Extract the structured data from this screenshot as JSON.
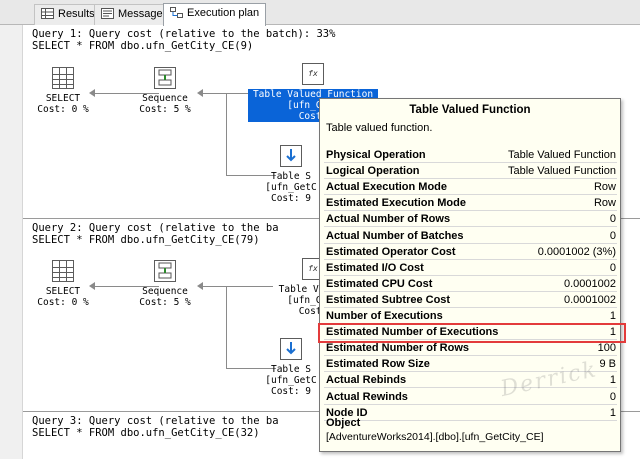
{
  "tabs": [
    {
      "label": "Results",
      "icon": "grid-icon"
    },
    {
      "label": "Messages",
      "icon": "messages-icon"
    },
    {
      "label": "Execution plan",
      "icon": "execution-plan-icon",
      "active": true
    }
  ],
  "queries": [
    {
      "header": "Query 1: Query cost (relative to the batch): 33%",
      "statement": "SELECT * FROM dbo.ufn_GetCity_CE(9)",
      "nodes": {
        "select": {
          "name": "SELECT",
          "cost": "Cost: 0 %"
        },
        "sequence": {
          "name": "Sequence",
          "cost": "Cost: 5 %"
        },
        "tvf": {
          "name": "Table Valued Function",
          "object": "[ufn_GetC",
          "cost": "Cost:"
        },
        "scan": {
          "name": "Table S",
          "object": "[ufn_GetC",
          "cost": "Cost: 9"
        }
      }
    },
    {
      "header": "Query 2: Query cost (relative to the ba",
      "statement": "SELECT * FROM dbo.ufn_GetCity_CE(79)",
      "nodes": {
        "select": {
          "name": "SELECT",
          "cost": "Cost: 0 %"
        },
        "sequence": {
          "name": "Sequence",
          "cost": "Cost: 5 %"
        },
        "tvf": {
          "name": "Table Valued",
          "object": "[ufn_GetC",
          "cost": "Cost:"
        },
        "scan": {
          "name": "Table S",
          "object": "[ufn_GetC",
          "cost": "Cost: 9"
        }
      }
    },
    {
      "header": "Query 3: Query cost (relative to the ba",
      "statement": "SELECT * FROM dbo.ufn_GetCity_CE(32)"
    }
  ],
  "tooltip": {
    "title": "Table Valued Function",
    "description": "Table valued function.",
    "rows": [
      {
        "key": "Physical Operation",
        "value": "Table Valued Function"
      },
      {
        "key": "Logical Operation",
        "value": "Table Valued Function"
      },
      {
        "key": "Actual Execution Mode",
        "value": "Row"
      },
      {
        "key": "Estimated Execution Mode",
        "value": "Row"
      },
      {
        "key": "Actual Number of Rows",
        "value": "0"
      },
      {
        "key": "Actual Number of Batches",
        "value": "0"
      },
      {
        "key": "Estimated Operator Cost",
        "value": "0.0001002 (3%)"
      },
      {
        "key": "Estimated I/O Cost",
        "value": "0"
      },
      {
        "key": "Estimated CPU Cost",
        "value": "0.0001002"
      },
      {
        "key": "Estimated Subtree Cost",
        "value": "0.0001002"
      },
      {
        "key": "Number of Executions",
        "value": "1"
      },
      {
        "key": "Estimated Number of Executions",
        "value": "1"
      },
      {
        "key": "Estimated Number of Rows",
        "value": "100"
      },
      {
        "key": "Estimated Row Size",
        "value": "9 B"
      },
      {
        "key": "Actual Rebinds",
        "value": "1"
      },
      {
        "key": "Actual Rewinds",
        "value": "0"
      },
      {
        "key": "Node ID",
        "value": "1"
      }
    ],
    "object_label": "Object",
    "object_value": "[AdventureWorks2014].[dbo].[ufn_GetCity_CE]",
    "watermark": "Derrick"
  },
  "colors": {
    "selection": "#0a64d8",
    "highlight": "#e33b3b",
    "tooltip_bg": "#fffff2"
  }
}
